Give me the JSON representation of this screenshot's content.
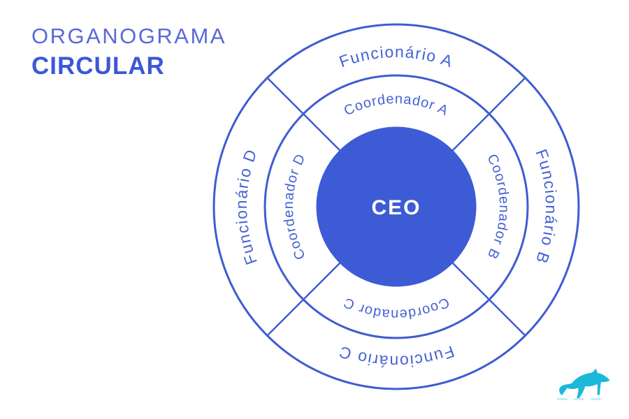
{
  "title": {
    "line1": "ORGANOGRAMA",
    "line2": "CIRCULAR"
  },
  "org_chart": {
    "center_label": "CEO",
    "middle_ring": {
      "top": "Coordenador A",
      "right": "Coordenador B",
      "bottom": "Coordenador C",
      "left": "Coordenador D"
    },
    "outer_ring": {
      "top": "Funcionário A",
      "right": "Funcionário B",
      "bottom": "Funcionário C",
      "left": "Funcionário D"
    }
  },
  "colors": {
    "ring_stroke_blue": "#3f5cd2",
    "center_fill_blue": "#3d5bd5",
    "ring_text_blue": "#4562d4",
    "title_light_blue": "#5a68d8",
    "title_bold_blue": "#3b58d8",
    "center_text_white": "#ffffff",
    "logo_cyan": "#1cb8d9",
    "background": "#ffffff"
  },
  "logo": {
    "icon": "leaping-fox"
  }
}
